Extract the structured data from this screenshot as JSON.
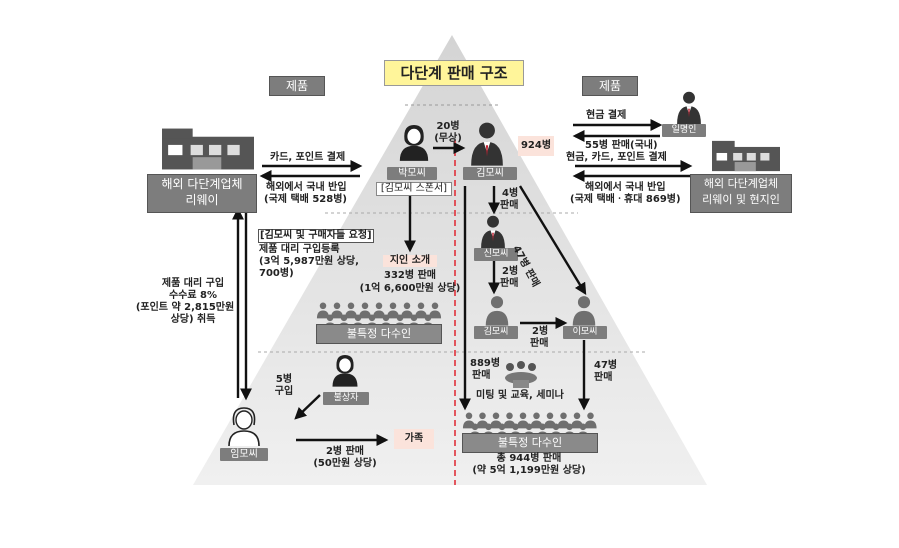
{
  "title": "다단계 판매 구조",
  "product_labels": {
    "left": "제품",
    "right": "제품"
  },
  "left_company": {
    "name_line1": "해외 다단계업체",
    "name_line2": "리웨이"
  },
  "right_company": {
    "name_line1": "해외 다단계업체",
    "name_line2": "리웨이 및 현지인"
  },
  "left_flows": {
    "payment": "카드, 포인트 결제",
    "import_line1": "해외에서 국내 반입",
    "import_line2": "(국제 택배 528병)"
  },
  "right_flows": {
    "cash_payment": "현금 결제",
    "sales_domestic": "55병 판매(국내)",
    "payment": "현금, 카드, 포인트 결제",
    "import_line1": "해외에서 국내 반입",
    "import_line2": "(국제 택배ㆍ휴대 869병)"
  },
  "people": {
    "park": "박모씨",
    "park_role": "[김모씨 스폰서]",
    "kim": "김모씨",
    "shin": "신모씨",
    "kim2": "김모씨",
    "lee": "이모씨",
    "im": "임모씨",
    "unknown": "불상자",
    "unnamed": "일명인"
  },
  "annotations": {
    "free_20": "20병",
    "free_20b": "(무상)",
    "kim_total": "924병",
    "sold_4": "4병",
    "sold_4b": "판매",
    "sold_47_diag": "47병 판매",
    "sold_2": "2병",
    "sold_2b": "판매",
    "sold_2_lee": "2병",
    "sold_2_leeb": "판매",
    "sold_889": "889병",
    "sold_889b": "판매",
    "sold_47": "47병",
    "sold_47b": "판매",
    "meeting": "미팅 및 교육, 세미나"
  },
  "request_note": {
    "line1": "[김모씨 및 구매자들 요청]",
    "line2": "제품 대리 구입등록",
    "line3": "(3억 5,987만원 상당,",
    "line4": "700병)"
  },
  "acquaintance": {
    "label": "지인 소개",
    "line1": "332병 판매",
    "line2": "(1억 6,600만원 상당)"
  },
  "crowd_left": "불특정 다수인",
  "crowd_right": "불특정 다수인",
  "crowd_right_total1": "총 944병 판매",
  "crowd_right_total2": "(약 5억 1,199만원 상당)",
  "commission": {
    "line1": "제품 대리 구입",
    "line2": "수수료 8%",
    "line3": "(포인트 약 2,815만원",
    "line4": "상당) 취득"
  },
  "im_purchase": {
    "line1": "5병",
    "line2": "구입"
  },
  "im_sale": {
    "line1": "2병 판매",
    "line2": "(50만원 상당)"
  },
  "family": "가족",
  "colors": {
    "pyramid_top": "#d8d8d8",
    "pyramid_bottom": "#eeeeee",
    "highlight": "#fbe3db",
    "title_bg": "#fff59a",
    "tag_grey": "#7d7d7d",
    "dash_red": "#e0303a"
  }
}
